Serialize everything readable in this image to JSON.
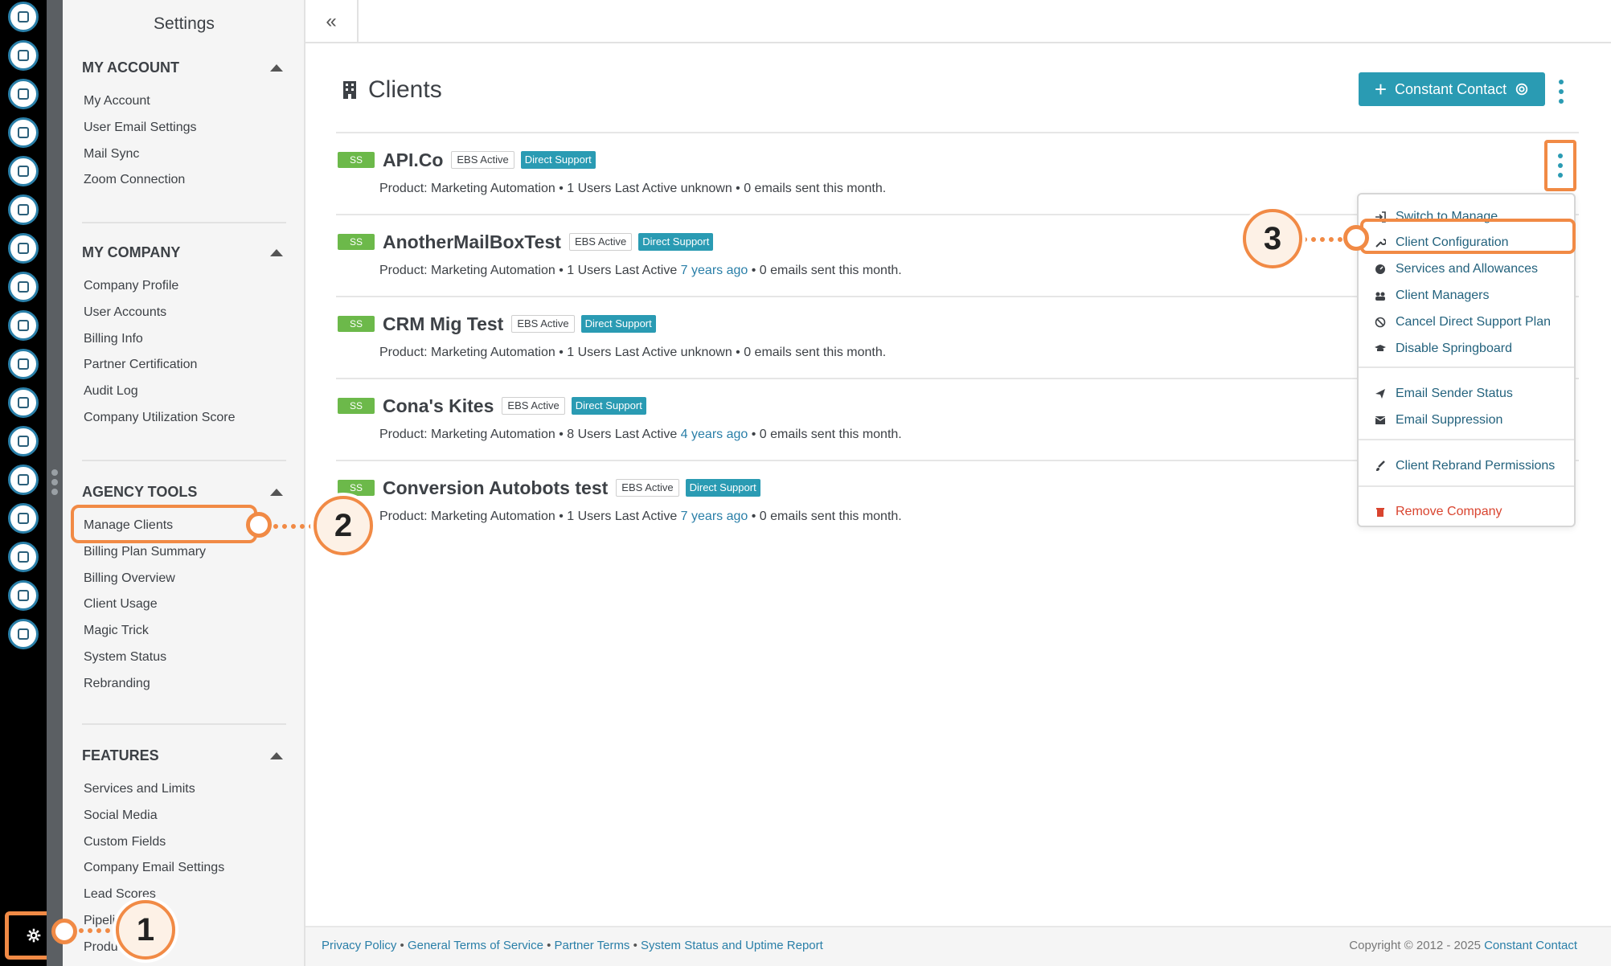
{
  "settings": {
    "title": "Settings",
    "sections": [
      {
        "title": "MY ACCOUNT",
        "items": [
          "My Account",
          "User Email Settings",
          "Mail Sync",
          "Zoom Connection"
        ]
      },
      {
        "title": "MY COMPANY",
        "items": [
          "Company Profile",
          "User Accounts",
          "Billing Info",
          "Partner Certification",
          "Audit Log",
          "Company Utilization Score"
        ]
      },
      {
        "title": "AGENCY TOOLS",
        "items": [
          "Manage Clients",
          "Billing Plan Summary",
          "Billing Overview",
          "Client Usage",
          "Magic Trick",
          "System Status",
          "Rebranding"
        ]
      },
      {
        "title": "FEATURES",
        "items": [
          "Services and Limits",
          "Social Media",
          "Custom Fields",
          "Company Email Settings",
          "Lead Scores",
          "Pipeli",
          "Produ"
        ]
      }
    ]
  },
  "rail": {
    "icons": [
      "contacts-icon",
      "inbox-icon",
      "clipboard-icon",
      "map-icon",
      "branch-icon",
      "list-icon",
      "megaphone-icon",
      "chat-icon",
      "thumbs-up-icon",
      "image-icon",
      "calendar-icon",
      "handshake-icon",
      "chart-line-icon",
      "headset-icon",
      "user-star-icon",
      "bar-chart-icon",
      "plug-icon"
    ],
    "gear_icon": "gear-icon"
  },
  "topbar": {
    "collapse_glyph": "«"
  },
  "page": {
    "title": "Clients",
    "cta_label": "Constant Contact",
    "cta_plus": "+"
  },
  "clients": [
    {
      "badge": "SS",
      "name": "API.Co",
      "status": "EBS Active",
      "support": "Direct Support",
      "product": "Product: Marketing Automation • 1 Users Last Active ",
      "when": "unknown",
      "when_link": false,
      "emails": " • 0 emails sent this month."
    },
    {
      "badge": "SS",
      "name": "AnotherMailBoxTest",
      "status": "EBS Active",
      "support": "Direct Support",
      "product": "Product: Marketing Automation • 1 Users Last Active ",
      "when": "7 years ago",
      "when_link": true,
      "emails": " • 0 emails sent this month."
    },
    {
      "badge": "SS",
      "name": "CRM Mig Test",
      "status": "EBS Active",
      "support": "Direct Support",
      "product": "Product: Marketing Automation • 1 Users Last Active ",
      "when": "unknown",
      "when_link": false,
      "emails": " • 0 emails sent this month."
    },
    {
      "badge": "SS",
      "name": "Cona's Kites",
      "status": "EBS Active",
      "support": "Direct Support",
      "product": "Product: Marketing Automation • 8 Users Last Active ",
      "when": "4 years ago",
      "when_link": true,
      "emails": " • 0 emails sent this month."
    },
    {
      "badge": "SS",
      "name": "Conversion Autobots test",
      "status": "EBS Active",
      "support": "Direct Support",
      "product": "Product: Marketing Automation • 1 Users Last Active ",
      "when": "7 years ago",
      "when_link": true,
      "emails": " • 0 emails sent this month."
    }
  ],
  "dropdown": {
    "items": [
      {
        "label": "Switch to Manage",
        "icon": "sign-in-icon"
      },
      {
        "label": "Client Configuration",
        "icon": "wrench-icon"
      },
      {
        "label": "Services and Allowances",
        "icon": "dashboard-icon"
      },
      {
        "label": "Client Managers",
        "icon": "users-icon"
      },
      {
        "label": "Cancel Direct Support Plan",
        "icon": "ban-icon"
      },
      {
        "label": "Disable Springboard",
        "icon": "graduation-cap-icon"
      },
      {
        "label": "Email Sender Status",
        "icon": "paper-plane-icon"
      },
      {
        "label": "Email Suppression",
        "icon": "envelope-icon"
      },
      {
        "label": "Client Rebrand Permissions",
        "icon": "brush-icon"
      },
      {
        "label": "Remove Company",
        "icon": "trash-icon"
      }
    ]
  },
  "callouts": [
    "1",
    "2",
    "3"
  ],
  "footer": {
    "links": [
      "Privacy Policy",
      "General Terms of Service",
      "Partner Terms",
      "System Status and Uptime Report"
    ],
    "sep": " • ",
    "copyright": "Copyright © 2012 - 2025 ",
    "brand": "Constant Contact"
  },
  "colors": {
    "accent": "#2a9bb3",
    "highlight": "#f18a45",
    "ss_green": "#6cb94a",
    "danger": "#d9442f"
  }
}
